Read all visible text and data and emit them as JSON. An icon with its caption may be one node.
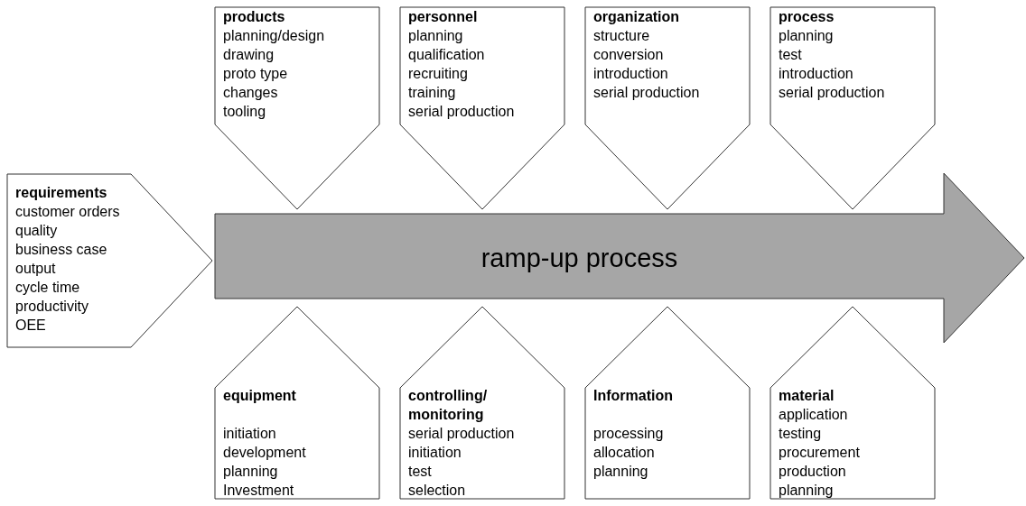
{
  "diagram": {
    "nodes": [
      {
        "text": [
          "products",
          "planning/design",
          "drawing",
          "proto type",
          "changes",
          "tooling"
        ]
      },
      {
        "text": [
          "personnel",
          "planning",
          "qualification",
          "recruiting",
          "training",
          "serial production"
        ]
      },
      {
        "text": [
          "organization",
          "structure",
          "conversion",
          "introduction",
          "serial production"
        ]
      },
      {
        "text": [
          "process",
          "planning",
          "test",
          "introduction",
          "serial production"
        ]
      },
      {
        "text": [
          "requirements",
          "customer orders",
          "quality",
          "business case",
          "output",
          "cycle time",
          "productivity",
          "OEE"
        ]
      },
      {
        "text": [
          "ramp-up process"
        ]
      },
      {
        "text": [
          "equipment",
          "initiation",
          "development",
          "planning",
          "Investment"
        ]
      },
      {
        "text": [
          "controlling/ monitoring",
          "serial production",
          "initiation",
          "test",
          "selection"
        ]
      },
      {
        "text": [
          "Information",
          "processing",
          "allocation",
          "planning"
        ]
      },
      {
        "text": [
          "material",
          "application",
          "testing",
          "procurement",
          "production",
          "planning"
        ]
      }
    ]
  }
}
